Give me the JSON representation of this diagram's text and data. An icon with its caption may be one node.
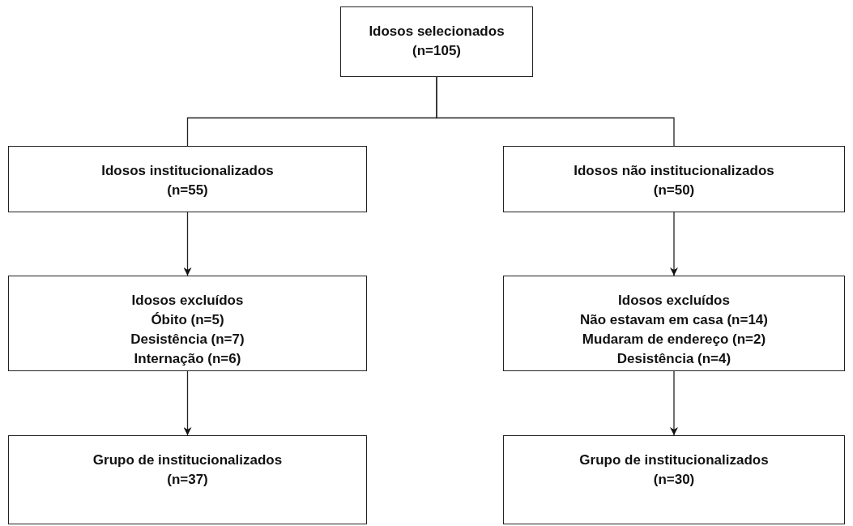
{
  "diagram": {
    "nodes": [
      {
        "text": [
          "Idosos selecionados",
          "(n=105)"
        ]
      },
      {
        "text": [
          "Idosos institucionalizados",
          "(n=55)"
        ]
      },
      {
        "text": [
          "Idosos não institucionalizados",
          "(n=50)"
        ]
      },
      {
        "text": [
          "Idosos excluídos",
          "Óbito (n=5)",
          "Desistência (n=7)",
          "Internação (n=6)"
        ]
      },
      {
        "text": [
          "Idosos excluídos",
          "Não estavam em casa (n=14)",
          "Mudaram de endereço (n=2)",
          "Desistência (n=4)"
        ]
      },
      {
        "text": [
          "Grupo de institucionalizados",
          "(n=37)"
        ]
      },
      {
        "text": [
          "Grupo de institucionalizados",
          "(n=30)"
        ]
      }
    ],
    "edges": [
      {
        "from": 0,
        "to": 1,
        "arrow": "none"
      },
      {
        "from": 0,
        "to": 2,
        "arrow": "none"
      },
      {
        "from": 1,
        "to": 3,
        "arrow": "to"
      },
      {
        "from": 2,
        "to": 4,
        "arrow": "to"
      },
      {
        "from": 3,
        "to": 5,
        "arrow": "to"
      },
      {
        "from": 4,
        "to": 6,
        "arrow": "to"
      }
    ]
  }
}
